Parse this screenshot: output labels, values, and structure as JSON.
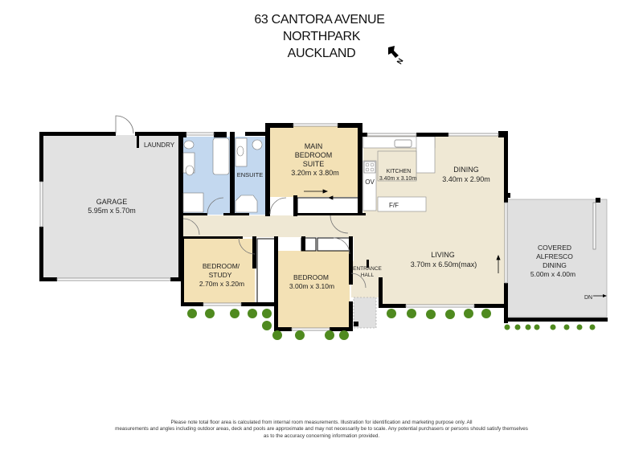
{
  "header": {
    "address_line1": "63 CANTORA AVENUE",
    "address_line2": "NORTHPARK",
    "address_line3": "AUCKLAND"
  },
  "compass": {
    "icon": "north-arrow-icon",
    "label": "N"
  },
  "rooms": {
    "garage": {
      "name": "GARAGE",
      "size": "5.95m x 5.70m"
    },
    "laundry": {
      "name": "LAUNDRY"
    },
    "ensuite": {
      "name": "ENSUITE"
    },
    "main_bedroom": {
      "name_line1": "MAIN",
      "name_line2": "BEDROOM",
      "name_line3": "SUITE",
      "size": "3.20m x 3.80m"
    },
    "kitchen": {
      "name": "KITCHEN",
      "size": "3.40m x 3.10m",
      "oven": "OV",
      "fridge": "F/F"
    },
    "dining": {
      "name": "DINING",
      "size": "3.40m x 2.90m"
    },
    "living": {
      "name": "LIVING",
      "size": "3.70m x 6.50m(max)"
    },
    "alfresco": {
      "name_line1": "COVERED",
      "name_line2": "ALFRESCO",
      "name_line3": "DINING",
      "size": "5.00m x 4.00m",
      "stairs": "DN"
    },
    "bedroom_study": {
      "name_line1": "BEDROOM/",
      "name_line2": "STUDY",
      "size": "2.70m x 3.20m"
    },
    "bedroom": {
      "name": "BEDROOM",
      "size": "3.00m x 3.10m"
    },
    "entrance_hall": {
      "name_line1": "ENTRANCE",
      "name_line2": "HALL"
    }
  },
  "colors": {
    "wall": "#000000",
    "garage_floor": "#e2e2e2",
    "wet_area": "#c3d8ef",
    "bedroom_floor": "#f3e1b5",
    "living_floor": "#efe8d4",
    "hallway_floor": "#efe8d4",
    "outdoor_deck": "#e0e0e0",
    "shrub": "#4f8a1f"
  },
  "footer": {
    "line1": "Please note total floor area is calculated from internal room measurements. Illustration for identification and marketing purpose only. All",
    "line2": "measurements and angles including outdoor areas, deck and pools are approximate and may not necessarily be to scale. Any potential purchasers or persons should satisfy themselves",
    "line3": "as to the accuracy concerning information provided."
  }
}
